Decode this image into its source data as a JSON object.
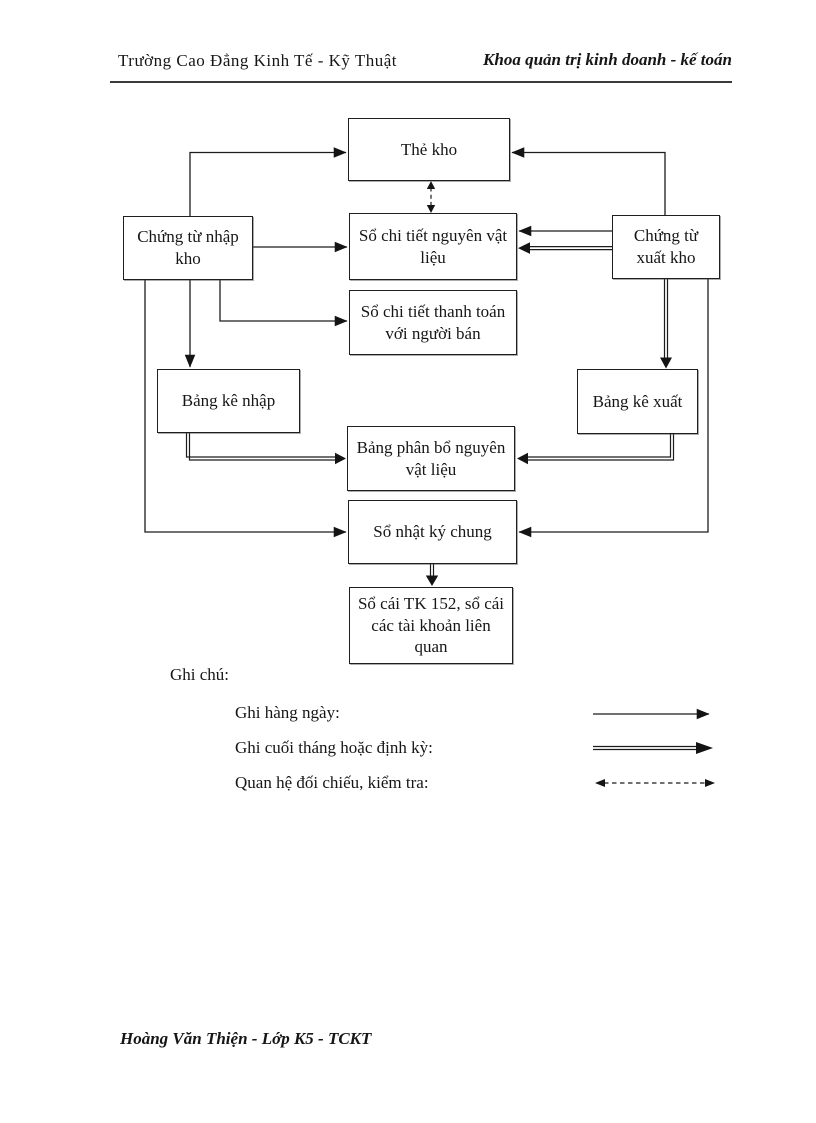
{
  "header": {
    "left": "Trường Cao Đẳng Kinh Tế - Kỹ Thuật",
    "right": "Khoa quản trị kinh doanh - kế toán"
  },
  "diagram": {
    "nodes": {
      "the_kho": {
        "label": "Thẻ kho"
      },
      "chung_tu_nhap_kho": {
        "label": "Chứng từ nhập kho"
      },
      "so_chi_tiet_nguyen_vat_lieu": {
        "label": "Sổ chi tiết nguyên vật liệu"
      },
      "chung_tu_xuat_kho": {
        "label": "Chứng từ xuất kho"
      },
      "so_chi_tiet_thanh_toan": {
        "label": "Sổ chi tiết thanh toán với người bán"
      },
      "bang_ke_nhap": {
        "label": "Bảng kê nhập"
      },
      "bang_ke_xuat": {
        "label": "Bảng kê xuất"
      },
      "bang_phan_bo": {
        "label": "Bảng phân bổ nguyên vật liệu"
      },
      "so_nhat_ky_chung": {
        "label": "Sổ nhật ký chung"
      },
      "so_cai": {
        "label": "Sổ cái TK 152, sổ cái các tài khoản liên quan"
      }
    },
    "colors": {
      "ink": "#1a1a1a",
      "paper": "#ffffff"
    }
  },
  "legend": {
    "title": "Ghi chú:",
    "items": [
      {
        "label": "Ghi hàng ngày:",
        "arrow": "single-line-arrow"
      },
      {
        "label": "Ghi cuối tháng hoặc định kỳ:",
        "arrow": "double-line-arrow"
      },
      {
        "label": "Quan hệ đối chiếu, kiểm tra:",
        "arrow": "dashed-double-headed-arrow"
      }
    ]
  },
  "footer": {
    "text": "Hoàng Văn Thiện  - Lớp K5 - TCKT"
  }
}
